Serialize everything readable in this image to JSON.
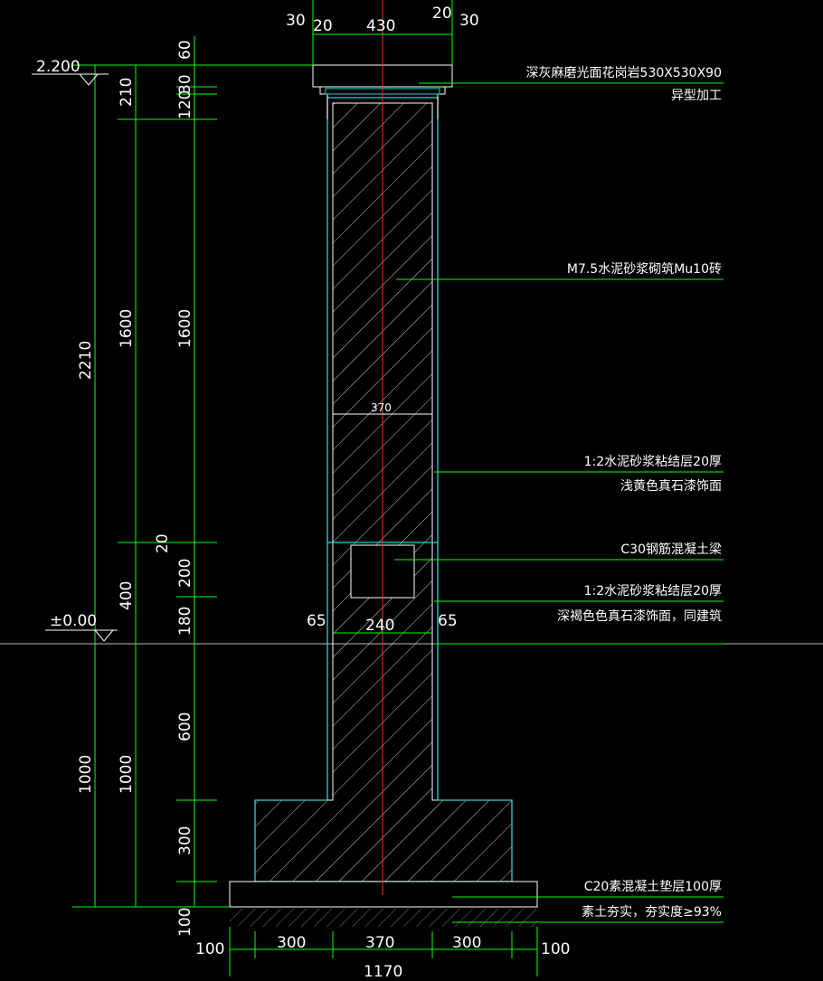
{
  "levels": {
    "top": "2.200",
    "ground": "±0.00"
  },
  "dims_top": {
    "a": "30",
    "b": "20",
    "c": "430",
    "d": "20",
    "e": "30"
  },
  "dims_vertical_left": {
    "total": "2210",
    "cap": "210",
    "shaft": "1600",
    "lower": "400",
    "below": "1000"
  },
  "dims_vertical_mid": {
    "v60": "60",
    "v30": "30",
    "v120": "120",
    "v1600": "1600",
    "v20": "20",
    "v200": "200",
    "v180": "180",
    "v600": "600",
    "v300": "300",
    "v100": "100",
    "v1000": "1000"
  },
  "dims_mid": {
    "width370": "370",
    "left65": "65",
    "beam240": "240",
    "right65": "65"
  },
  "dims_bottom": {
    "d100a": "100",
    "d300a": "300",
    "d370": "370",
    "d300b": "300",
    "d100b": "100",
    "total": "1170"
  },
  "notes": {
    "n1": "深灰麻磨光面花岗岩530X530X90",
    "n2": "异型加工",
    "n3": "M7.5水泥砂浆砌筑Mu10砖",
    "n4": "1:2水泥砂浆粘结层20厚",
    "n5": "浅黄色真石漆饰面",
    "n6": "C30钢筋混凝土梁",
    "n7": "1:2水泥砂浆粘结层20厚",
    "n8": "深褐色色真石漆饰面，同建筑",
    "n9": "C20素混凝土垫层100厚",
    "n10": "素土夯实，夯实度≥93%"
  }
}
